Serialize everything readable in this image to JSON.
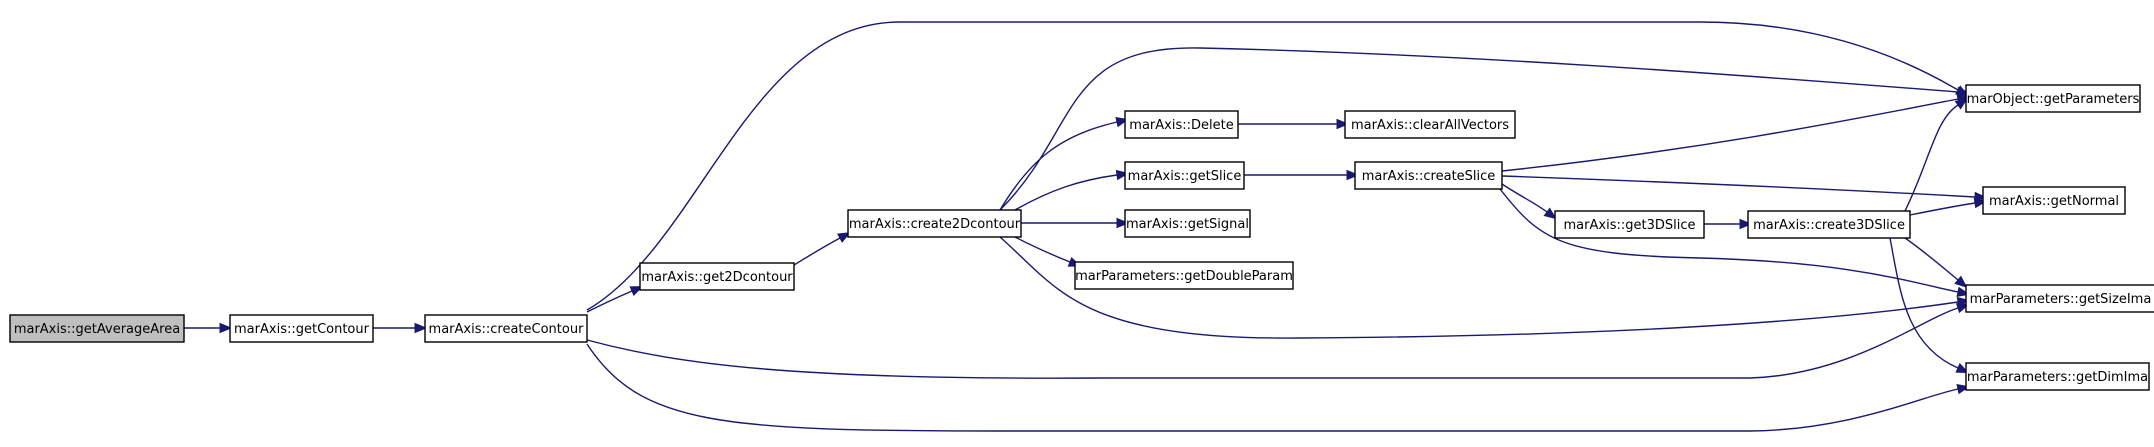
{
  "graph": {
    "nodes": [
      {
        "id": "n0",
        "label": "marAxis::getAverageArea",
        "root": true
      },
      {
        "id": "n1",
        "label": "marAxis::getContour"
      },
      {
        "id": "n2",
        "label": "marAxis::createContour"
      },
      {
        "id": "n3",
        "label": "marAxis::get2Dcontour"
      },
      {
        "id": "n4",
        "label": "marAxis::create2Dcontour"
      },
      {
        "id": "n5",
        "label": "marAxis::Delete"
      },
      {
        "id": "n6",
        "label": "marAxis::getSlice"
      },
      {
        "id": "n7",
        "label": "marAxis::getSignal"
      },
      {
        "id": "n8",
        "label": "marParameters::getDoubleParam"
      },
      {
        "id": "n9",
        "label": "marAxis::clearAllVectors"
      },
      {
        "id": "n10",
        "label": "marAxis::createSlice"
      },
      {
        "id": "n11",
        "label": "marAxis::get3DSlice"
      },
      {
        "id": "n12",
        "label": "marAxis::create3DSlice"
      },
      {
        "id": "n13",
        "label": "marObject::getParameters"
      },
      {
        "id": "n14",
        "label": "marAxis::getNormal"
      },
      {
        "id": "n15",
        "label": "marParameters::getSizeIma"
      },
      {
        "id": "n16",
        "label": "marParameters::getDimIma"
      }
    ],
    "edges": [
      {
        "from": "n0",
        "to": "n1"
      },
      {
        "from": "n1",
        "to": "n2"
      },
      {
        "from": "n2",
        "to": "n3"
      },
      {
        "from": "n2",
        "to": "n13"
      },
      {
        "from": "n2",
        "to": "n15"
      },
      {
        "from": "n2",
        "to": "n16"
      },
      {
        "from": "n3",
        "to": "n4"
      },
      {
        "from": "n4",
        "to": "n5"
      },
      {
        "from": "n4",
        "to": "n6"
      },
      {
        "from": "n4",
        "to": "n7"
      },
      {
        "from": "n4",
        "to": "n8"
      },
      {
        "from": "n4",
        "to": "n13"
      },
      {
        "from": "n4",
        "to": "n15"
      },
      {
        "from": "n5",
        "to": "n9"
      },
      {
        "from": "n6",
        "to": "n10"
      },
      {
        "from": "n10",
        "to": "n11"
      },
      {
        "from": "n10",
        "to": "n13"
      },
      {
        "from": "n10",
        "to": "n14"
      },
      {
        "from": "n10",
        "to": "n15"
      },
      {
        "from": "n11",
        "to": "n12"
      },
      {
        "from": "n12",
        "to": "n13"
      },
      {
        "from": "n12",
        "to": "n14"
      },
      {
        "from": "n12",
        "to": "n15"
      },
      {
        "from": "n12",
        "to": "n16"
      }
    ]
  }
}
